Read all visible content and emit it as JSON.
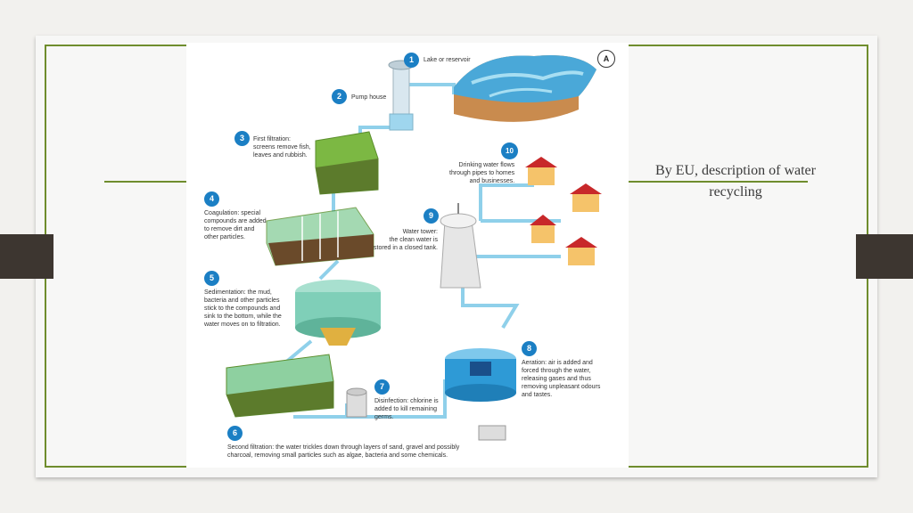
{
  "caption": {
    "line1": "By EU, description of water",
    "line2": "recycling"
  },
  "diagram": {
    "badge": "A",
    "steps": [
      {
        "num": "1",
        "text": "Lake or reservoir"
      },
      {
        "num": "2",
        "text": "Pump house"
      },
      {
        "num": "3",
        "text": "First filtration:\nscreens remove fish,\nleaves and rubbish."
      },
      {
        "num": "4",
        "text": "Coagulation: special\ncompounds are added\nto remove dirt and\nother particles."
      },
      {
        "num": "5",
        "text": "Sedimentation: the mud,\nbacteria and other particles\nstick to the compounds and\nsink to the bottom, while the\nwater moves on to filtration."
      },
      {
        "num": "6",
        "text": "Second filtration: the water trickles down through layers of sand, gravel and possibly\ncharcoal, removing small particles such as algae, bacteria and some chemicals."
      },
      {
        "num": "7",
        "text": "Disinfection: chlorine is\nadded to kill remaining\ngerms."
      },
      {
        "num": "8",
        "text": "Aeration: air is added and\nforced through the water,\nreleasing gases and thus\nremoving unpleasant odours\nand tastes."
      },
      {
        "num": "9",
        "text": "Water tower:\nthe clean water is\nstored in a closed tank."
      },
      {
        "num": "10",
        "text": "Drinking water flows\nthrough pipes to homes\nand businesses."
      }
    ]
  }
}
